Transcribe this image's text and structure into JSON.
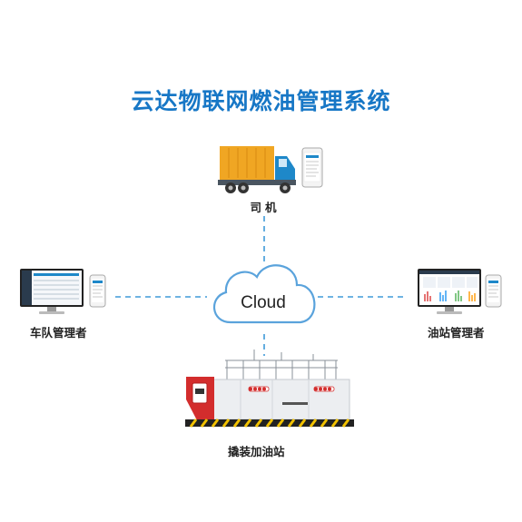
{
  "title": "云达物联网燃油管理系统",
  "center": {
    "label": "Cloud"
  },
  "nodes": {
    "driver": {
      "label": "司机"
    },
    "fleet_manager": {
      "label": "车队管理者"
    },
    "station_manager": {
      "label": "油站管理者"
    },
    "skid_station": {
      "label": "撬装加油站"
    }
  },
  "colors": {
    "title": "#1777c6",
    "connector": "#3f9ad8",
    "cloud_stroke": "#5aa3dc",
    "truck_cargo": "#f0a623",
    "truck_cab": "#1e88c9"
  }
}
